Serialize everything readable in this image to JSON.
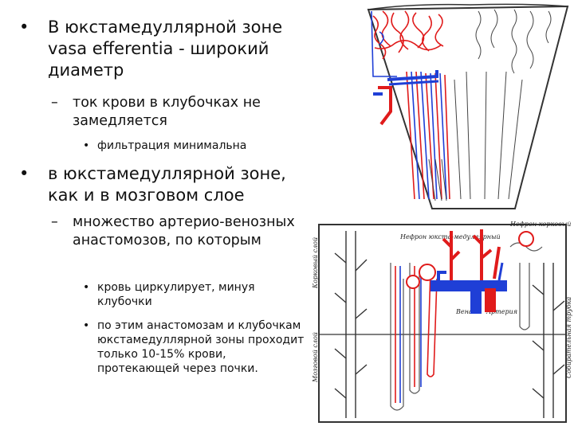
{
  "bullets": [
    {
      "id": "b1",
      "level": 1,
      "marker": "•",
      "text": "В юкстамедуллярной зоне vasa efferentia - широкий диаметр"
    },
    {
      "id": "b2",
      "level": 2,
      "marker": "–",
      "text": "ток крови в клубочках не замедляется"
    },
    {
      "id": "b3",
      "level": 3,
      "marker": "•",
      "text": "фильтрация минимальна"
    },
    {
      "id": "b4",
      "level": 1,
      "marker": "•",
      "text": "в юкстамедуллярной зоне, как и в мозговом слое"
    },
    {
      "id": "b5",
      "level": 2,
      "marker": "–",
      "text": "множество артерио-венозных анастомозов, по которым"
    },
    {
      "id": "b6",
      "level": 3,
      "marker": "•",
      "text": "кровь циркулирует, минуя клубочки"
    },
    {
      "id": "b7",
      "level": 3,
      "marker": "•",
      "text": "по этим анастомозам и клубочкам юкстамедуллярной зоны проходит только 10-15% крови, протекающей через почки."
    }
  ],
  "figure_bottom_labels": {
    "left_top": "Корковый слой",
    "left_bottom": "Мозговой слой",
    "upper_left": "Нефрон юкста-медуллярный",
    "upper_right": "Нефрон корковый",
    "vein": "Вена",
    "artery": "Артерия",
    "right_side": "Собирательная трубка"
  },
  "colors": {
    "artery": "#e01b1b",
    "vein": "#1f3fd6",
    "outline": "#333333"
  }
}
